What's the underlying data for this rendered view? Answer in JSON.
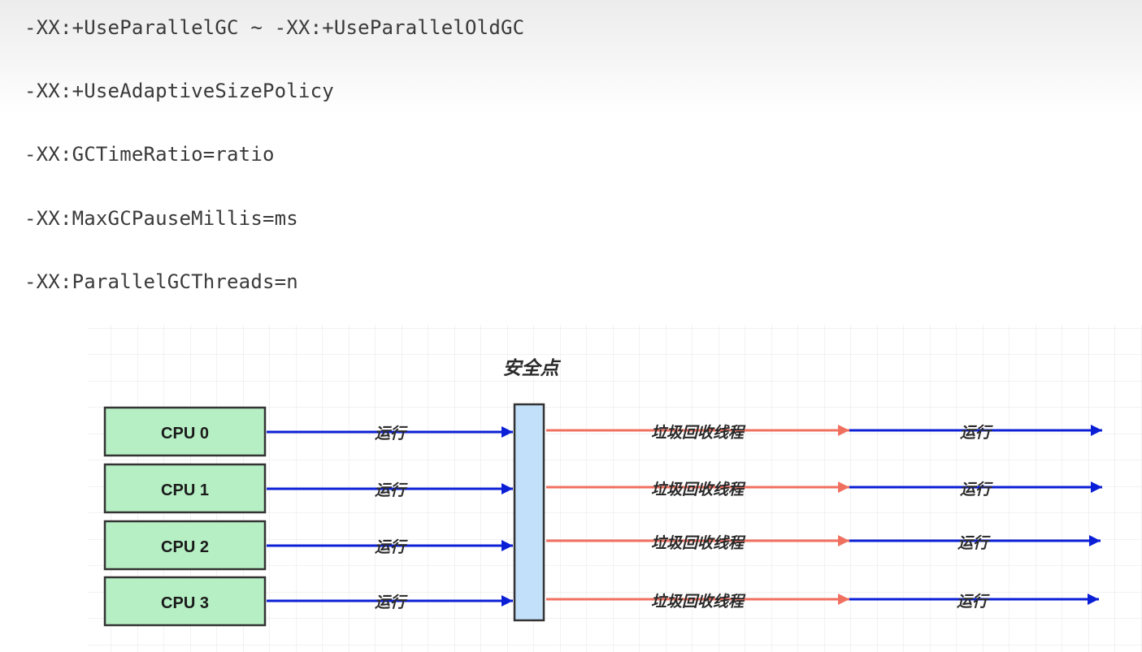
{
  "params": [
    "-XX:+UseParallelGC ~ -XX:+UseParallelOldGC",
    "-XX:+UseAdaptiveSizePolicy",
    "-XX:GCTimeRatio=ratio",
    "-XX:MaxGCPauseMillis=ms",
    "-XX:ParallelGCThreads=n"
  ],
  "diagram": {
    "title": "安全点",
    "cpus": [
      "CPU 0",
      "CPU 1",
      "CPU 2",
      "CPU 3"
    ],
    "run_label": "运行",
    "gc_label": "垃圾回收线程",
    "colors": {
      "cpu_box": "#b6efc4",
      "safepoint_box": "#c3e0fa",
      "run_arrow": "#0b1fd6",
      "gc_arrow": "#f07060",
      "grid": "#e6e6e6"
    }
  }
}
